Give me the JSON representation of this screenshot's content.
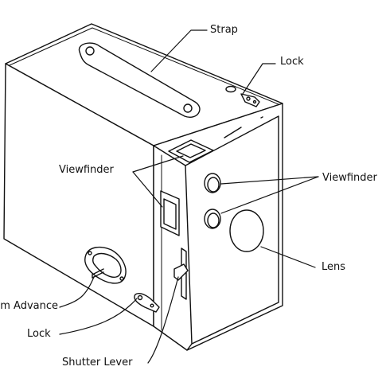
{
  "labels": {
    "strap": "Strap",
    "lock_top": "Lock",
    "viewfinder_left": "Viewfinder",
    "viewfinder_right": "Viewfinder",
    "lens": "Lens",
    "film_advance": "Film Advance",
    "lock_side": "Lock",
    "shutter_lever": "Shutter Lever"
  },
  "colors": {
    "line": "#111111",
    "body_fill": "#ffffff"
  }
}
